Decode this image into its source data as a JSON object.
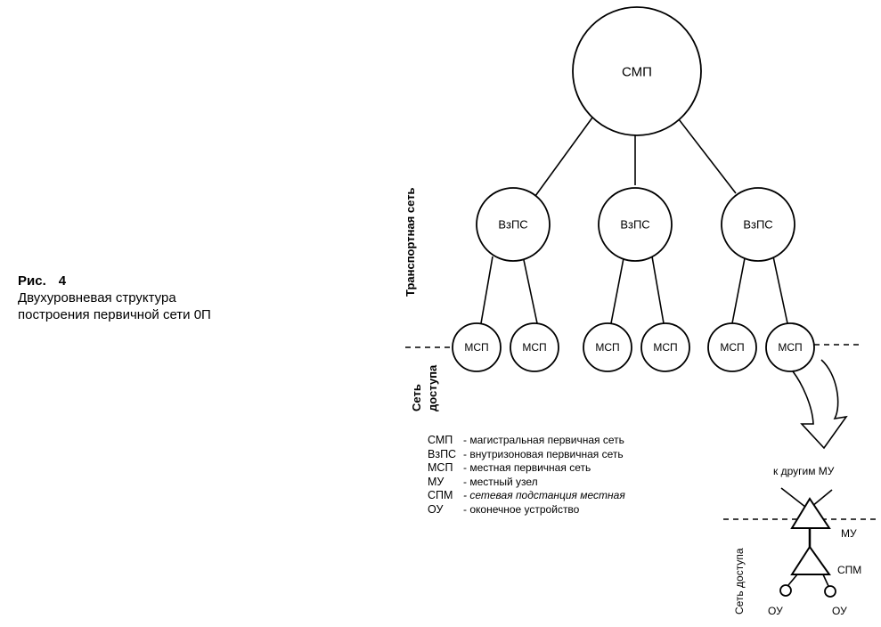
{
  "caption": {
    "figure_label": "Рис.",
    "figure_number": "4",
    "line1": "Двухуровневая структура",
    "line2": "построения первичной сети 0П"
  },
  "diagram": {
    "root": {
      "label": "СМП"
    },
    "level2": [
      {
        "label": "ВзПС",
        "children": [
          "МСП",
          "МСП"
        ]
      },
      {
        "label": "ВзПС",
        "children": [
          "МСП",
          "МСП"
        ]
      },
      {
        "label": "ВзПС",
        "children": [
          "МСП",
          "МСП"
        ]
      }
    ],
    "transport_label": "Транспортная сеть",
    "access_label_left": [
      "Сеть",
      "доступа"
    ],
    "access_label_right": "Сеть доступа",
    "to_other_label": "к другим МУ",
    "node_mu_label": "МУ",
    "node_spm_label": "СПМ",
    "terminal_labels": [
      "ОУ",
      "ОУ"
    ]
  },
  "legend": [
    {
      "abbr": "СМП",
      "desc": "- магистральная первичная сеть",
      "italic": false
    },
    {
      "abbr": "ВзПС",
      "desc": "- внутризоновая первичная сеть",
      "italic": false
    },
    {
      "abbr": "МСП",
      "desc": "- местная первичная сеть",
      "italic": false
    },
    {
      "abbr": "МУ",
      "desc": "- местный узел",
      "italic": false
    },
    {
      "abbr": "СПМ",
      "desc": "- сетевая подстанция местная",
      "italic": true
    },
    {
      "abbr": "ОУ",
      "desc": "- оконечное устройство",
      "italic": false
    }
  ]
}
